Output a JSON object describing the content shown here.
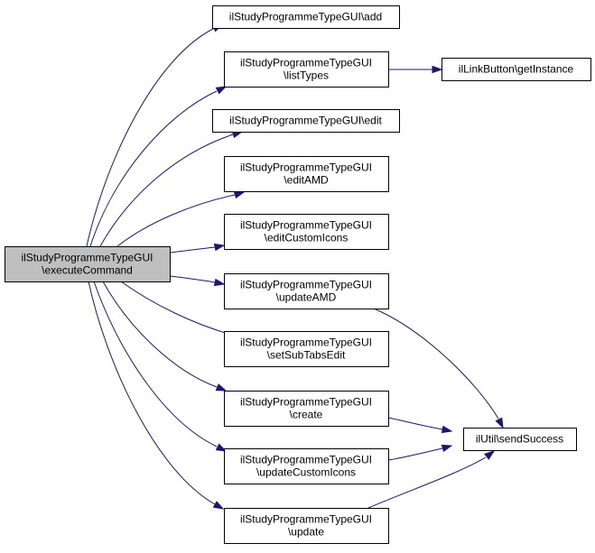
{
  "graph": {
    "root": {
      "id": "root",
      "lines": [
        "ilStudyProgrammeTypeGUI",
        "\\executeCommand"
      ],
      "fill": "#bfbfbf"
    },
    "nodes": [
      {
        "id": "add",
        "lines": [
          "ilStudyProgrammeTypeGUI\\add"
        ]
      },
      {
        "id": "listTypes",
        "lines": [
          "ilStudyProgrammeTypeGUI",
          "\\listTypes"
        ]
      },
      {
        "id": "edit",
        "lines": [
          "ilStudyProgrammeTypeGUI\\edit"
        ]
      },
      {
        "id": "editAMD",
        "lines": [
          "ilStudyProgrammeTypeGUI",
          "\\editAMD"
        ]
      },
      {
        "id": "editCustomIcons",
        "lines": [
          "ilStudyProgrammeTypeGUI",
          "\\editCustomIcons"
        ]
      },
      {
        "id": "updateAMD",
        "lines": [
          "ilStudyProgrammeTypeGUI",
          "\\updateAMD"
        ]
      },
      {
        "id": "setSubTabsEdit",
        "lines": [
          "ilStudyProgrammeTypeGUI",
          "\\setSubTabsEdit"
        ]
      },
      {
        "id": "create",
        "lines": [
          "ilStudyProgrammeTypeGUI",
          "\\create"
        ]
      },
      {
        "id": "updateCustomIcons",
        "lines": [
          "ilStudyProgrammeTypeGUI",
          "\\updateCustomIcons"
        ]
      },
      {
        "id": "update",
        "lines": [
          "ilStudyProgrammeTypeGUI",
          "\\update"
        ]
      },
      {
        "id": "getInstance",
        "lines": [
          "ilLinkButton\\getInstance"
        ]
      },
      {
        "id": "sendSuccess",
        "lines": [
          "ilUtil\\sendSuccess"
        ]
      }
    ],
    "edges": [
      {
        "from": "root",
        "to": "add"
      },
      {
        "from": "root",
        "to": "listTypes"
      },
      {
        "from": "root",
        "to": "edit"
      },
      {
        "from": "root",
        "to": "editAMD"
      },
      {
        "from": "root",
        "to": "editCustomIcons"
      },
      {
        "from": "root",
        "to": "updateAMD"
      },
      {
        "from": "root",
        "to": "setSubTabsEdit"
      },
      {
        "from": "root",
        "to": "create"
      },
      {
        "from": "root",
        "to": "updateCustomIcons"
      },
      {
        "from": "root",
        "to": "update"
      },
      {
        "from": "listTypes",
        "to": "getInstance"
      },
      {
        "from": "updateAMD",
        "to": "sendSuccess"
      },
      {
        "from": "create",
        "to": "sendSuccess"
      },
      {
        "from": "updateCustomIcons",
        "to": "sendSuccess"
      },
      {
        "from": "update",
        "to": "sendSuccess"
      }
    ],
    "colors": {
      "edge": "#191970",
      "node_border": "#000000",
      "node_fill": "#ffffff",
      "root_fill": "#bfbfbf"
    }
  }
}
